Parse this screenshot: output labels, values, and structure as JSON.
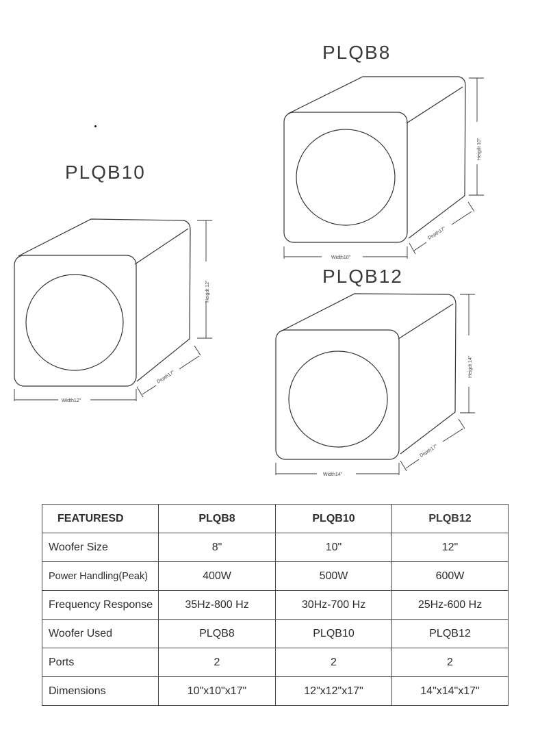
{
  "products": [
    {
      "id": "plqb8",
      "title": "PLQB8",
      "dimensions": {
        "width": "Width10\"",
        "height": "Heigdt 10\"",
        "depth": "Depth17\""
      }
    },
    {
      "id": "plqb10",
      "title": "PLQB10",
      "dimensions": {
        "width": "Width12\"",
        "height": "Heigdt 12\"",
        "depth": "Depth17\""
      }
    },
    {
      "id": "plqb12",
      "title": "PLQB12",
      "dimensions": {
        "width": "Width14\"",
        "height": "Heigdt 14\"",
        "depth": "Depth17\""
      }
    }
  ],
  "table": {
    "headers": [
      "FEATURESD",
      "PLQB8",
      "PLQB10",
      "PLQB12"
    ],
    "rows": [
      {
        "label": "Woofer Size",
        "values": [
          "8\"",
          "10\"",
          "12\""
        ]
      },
      {
        "label": "Power Handling(Peak)",
        "values": [
          "400W",
          "500W",
          "600W"
        ]
      },
      {
        "label": "Frequency Response",
        "values": [
          "35Hz-800 Hz",
          "30Hz-700 Hz",
          "25Hz-600 Hz"
        ]
      },
      {
        "label": "Woofer Used",
        "values": [
          "PLQB8",
          "PLQB10",
          "PLQB12"
        ]
      },
      {
        "label": "Ports",
        "values": [
          "2",
          "2",
          "2"
        ]
      },
      {
        "label": "Dimensions",
        "values": [
          "10\"x10\"x17\"",
          "12\"x12\"x17\"",
          "14\"x14\"x17\""
        ]
      }
    ]
  }
}
